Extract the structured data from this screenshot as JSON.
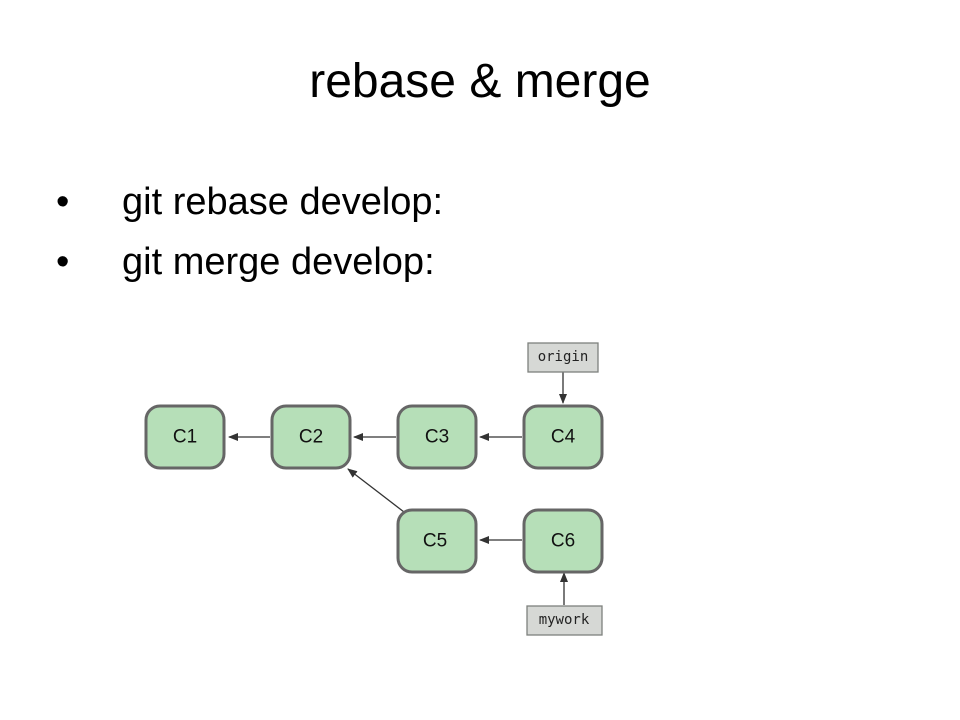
{
  "slide": {
    "title": "rebase & merge",
    "bullets": [
      {
        "mark": "•",
        "text": "git rebase develop:"
      },
      {
        "mark": "•",
        "text": "git merge develop:"
      }
    ]
  },
  "diagram": {
    "colors": {
      "commit_fill": "#b6dfb8",
      "commit_stroke": "#666666",
      "ref_fill": "#d6d8d5"
    },
    "commits": [
      {
        "id": "C1",
        "label": "C1"
      },
      {
        "id": "C2",
        "label": "C2"
      },
      {
        "id": "C3",
        "label": "C3"
      },
      {
        "id": "C4",
        "label": "C4"
      },
      {
        "id": "C5",
        "label": "C5"
      },
      {
        "id": "C6",
        "label": "C6"
      }
    ],
    "refs": [
      {
        "id": "origin",
        "label": "origin",
        "points_to": "C4"
      },
      {
        "id": "mywork",
        "label": "mywork",
        "points_to": "C6"
      }
    ],
    "parent_edges": [
      {
        "from": "C2",
        "to": "C1"
      },
      {
        "from": "C3",
        "to": "C2"
      },
      {
        "from": "C4",
        "to": "C3"
      },
      {
        "from": "C5",
        "to": "C2"
      },
      {
        "from": "C6",
        "to": "C5"
      }
    ]
  }
}
